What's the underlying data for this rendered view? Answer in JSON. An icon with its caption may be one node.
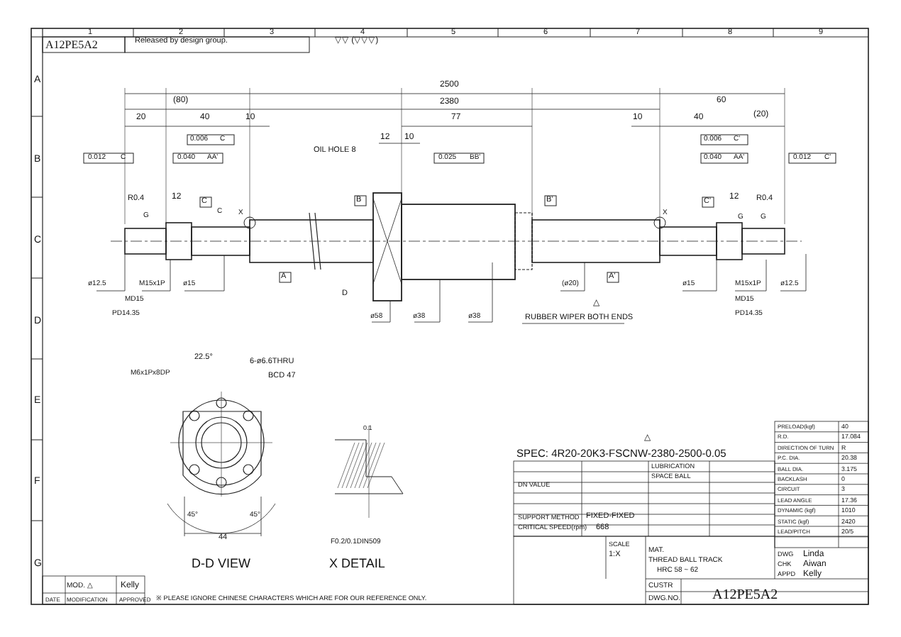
{
  "diagram": {
    "labels": [
      "A12PE5A2",
      "Released by design group.",
      "▽▽ (▽▽▽)",
      "1",
      "2",
      "3",
      "4",
      "5",
      "6",
      "7",
      "8",
      "9",
      "A",
      "B",
      "C",
      "D",
      "E",
      "F",
      "G",
      "2500",
      "(80)",
      "2380",
      "60",
      "20",
      "40",
      "10",
      "77",
      "10",
      "40",
      "(20)",
      "0.006",
      "C",
      "0.006",
      "C'",
      "0.012",
      "C",
      "0.040",
      "AA'",
      "OIL HOLE 8",
      "12",
      "10",
      "0.025",
      "BB'",
      "0.040",
      "AA'",
      "0.012",
      "C'",
      "R0.4",
      "12",
      "C",
      "B",
      "B'",
      "C'",
      "12",
      "R0.4",
      "G",
      "C",
      "X",
      "X",
      "G",
      "G",
      "A",
      "A'",
      "D",
      "ø12.5",
      "M15x1P",
      "ø15",
      "(ø20)",
      "ø15",
      "M15x1P",
      "ø12.5",
      "MD15",
      "MD15",
      "△",
      "ø58",
      "ø38",
      "ø38",
      "RUBBER WIPER BOTH ENDS",
      "PD14.35",
      "PD14.35",
      "22.5°",
      "6-ø6.6THRU",
      "M6x1Px8DP",
      "BCD 47",
      "0.1",
      "45°",
      "45°",
      "44",
      "F0.2/0.1DIN509",
      "D-D VIEW",
      "X DETAIL",
      "△",
      "SPEC: 4R20-20K3-FSCNW-2380-2500-0.05",
      "PRELOAD(kgf)",
      "40",
      "R.D.",
      "17.084",
      "DIRECTION OF TURN",
      "R",
      "P.C. DIA.",
      "20.38",
      "BALL DIA.",
      "3.175",
      "BACKLASH",
      "0",
      "CIRCUIT",
      "3",
      "LEAD ANGLE",
      "17.36",
      "DYNAMIC (kgf)",
      "1010",
      "STATIC (kgf)",
      "2420",
      "LEAD/PITCH",
      "20/5",
      "DN VALUE",
      "LUBRICATION",
      "SPACE BALL",
      "SUPPORT METHOD",
      "FIXED-FIXED",
      "CRITICAL SPEED(rpm)",
      "668",
      "SCALE",
      "1:X",
      "MAT.",
      "THREAD BALL TRACK",
      "HRC 58 ~ 62",
      "DWG",
      "Linda",
      "CHK",
      "Aiwan",
      "APPD",
      "Kelly",
      "CUSTR",
      "DWG.NO.",
      "A12PE5A2",
      "MOD. △",
      "Kelly",
      "DATE",
      "MODIFICATION",
      "APPROVED",
      "※ PLEASE IGNORE CHINESE CHARACTERS WHICH ARE FOR OUR REFERENCE ONLY."
    ]
  }
}
